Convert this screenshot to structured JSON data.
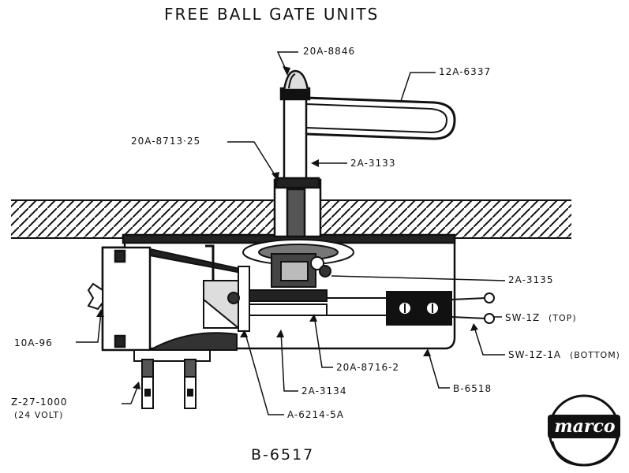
{
  "title": "FREE BALL GATE UNITS",
  "drawing_number": "B-6517",
  "labels": {
    "p20A8846": "20A-8846",
    "p12A6337": "12A-6337",
    "p20A871325": "20A-8713·25",
    "p2A3133": "2A-3133",
    "p2A3135": "2A-3135",
    "swTop": "SW-1Z",
    "swTopNote": "(TOP)",
    "p10A96": "10A-96",
    "swBottom": "SW-1Z-1A",
    "swBottomNote": "(BOTTOM)",
    "p20A87162": "20A-8716-2",
    "pB6518": "B-6518",
    "p2A3134": "2A-3134",
    "pZ271000": "Z-27-1000",
    "voltNote": "(24 VOLT)",
    "pA62145A": "A-6214-5A"
  },
  "logo": {
    "text": "marco"
  }
}
